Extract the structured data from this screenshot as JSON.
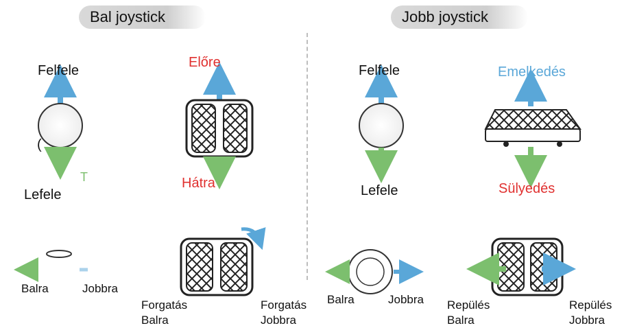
{
  "headers": {
    "left": "Bal joystick",
    "right": "Jobb joystick"
  },
  "left_joystick": {
    "up": "Felfele",
    "down": "Lefele",
    "forward": "Előre",
    "backward": "Hátra",
    "left": "Balra",
    "right": "Jobbra",
    "rotate_left": "Forgatás\nBalra",
    "rotate_right": "Forgatás\nJobbra",
    "stray_marks": [
      "(",
      "T"
    ]
  },
  "right_joystick": {
    "up": "Felfele",
    "down": "Lefele",
    "ascend": "Emelkedés",
    "descend": "Sülyedés",
    "left": "Balra",
    "right": "Jobbra",
    "fly_left": "Repülés\nBalra",
    "fly_right": "Repülés\nJobbra"
  },
  "colors": {
    "red": "#e0302f",
    "blue": "#5aa7d8",
    "green": "#7cbf6e"
  }
}
